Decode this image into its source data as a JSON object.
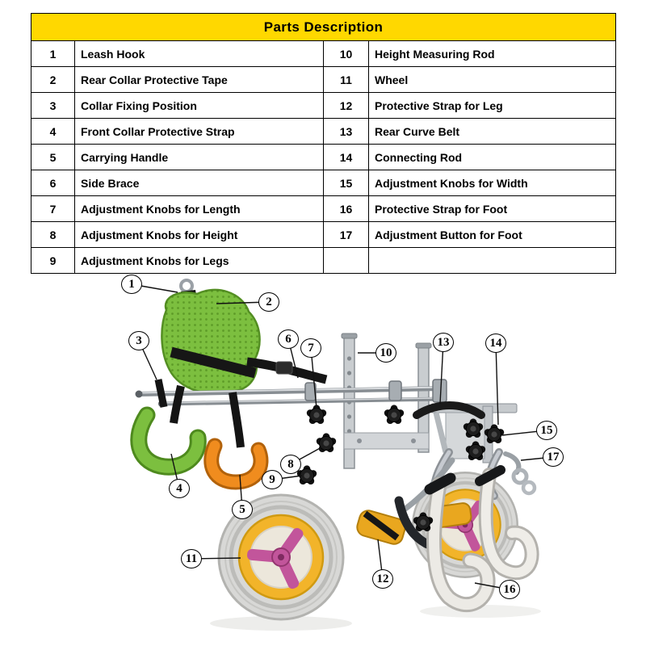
{
  "table": {
    "title": "Parts Description",
    "parts_left": [
      {
        "num": "1",
        "name": "Leash Hook"
      },
      {
        "num": "2",
        "name": "Rear Collar Protective Tape"
      },
      {
        "num": "3",
        "name": "Collar Fixing Position"
      },
      {
        "num": "4",
        "name": "Front Collar Protective Strap"
      },
      {
        "num": "5",
        "name": "Carrying Handle"
      },
      {
        "num": "6",
        "name": "Side Brace"
      },
      {
        "num": "7",
        "name": "Adjustment Knobs for Length"
      },
      {
        "num": "8",
        "name": "Adjustment Knobs for Height"
      },
      {
        "num": "9",
        "name": "Adjustment Knobs for Legs"
      }
    ],
    "parts_right": [
      {
        "num": "10",
        "name": "Height Measuring Rod"
      },
      {
        "num": "11",
        "name": "Wheel"
      },
      {
        "num": "12",
        "name": "Protective Strap for Leg"
      },
      {
        "num": "13",
        "name": "Rear Curve Belt"
      },
      {
        "num": "14",
        "name": "Connecting Rod"
      },
      {
        "num": "15",
        "name": "Adjustment Knobs for Width"
      },
      {
        "num": "16",
        "name": "Protective Strap for Foot"
      },
      {
        "num": "17",
        "name": "Adjustment Button for Foot"
      }
    ]
  },
  "theme": {
    "header_bg": "#ffd800",
    "table_border": "#000000",
    "harness_green": "#7cbf3f",
    "strap_orange": "#f08c1e",
    "hub_yellow": "#f2b42a",
    "spoke_magenta": "#c2559b",
    "leg_cup_yellow": "#e9a71f",
    "collar_red": "#cf3f2f"
  }
}
